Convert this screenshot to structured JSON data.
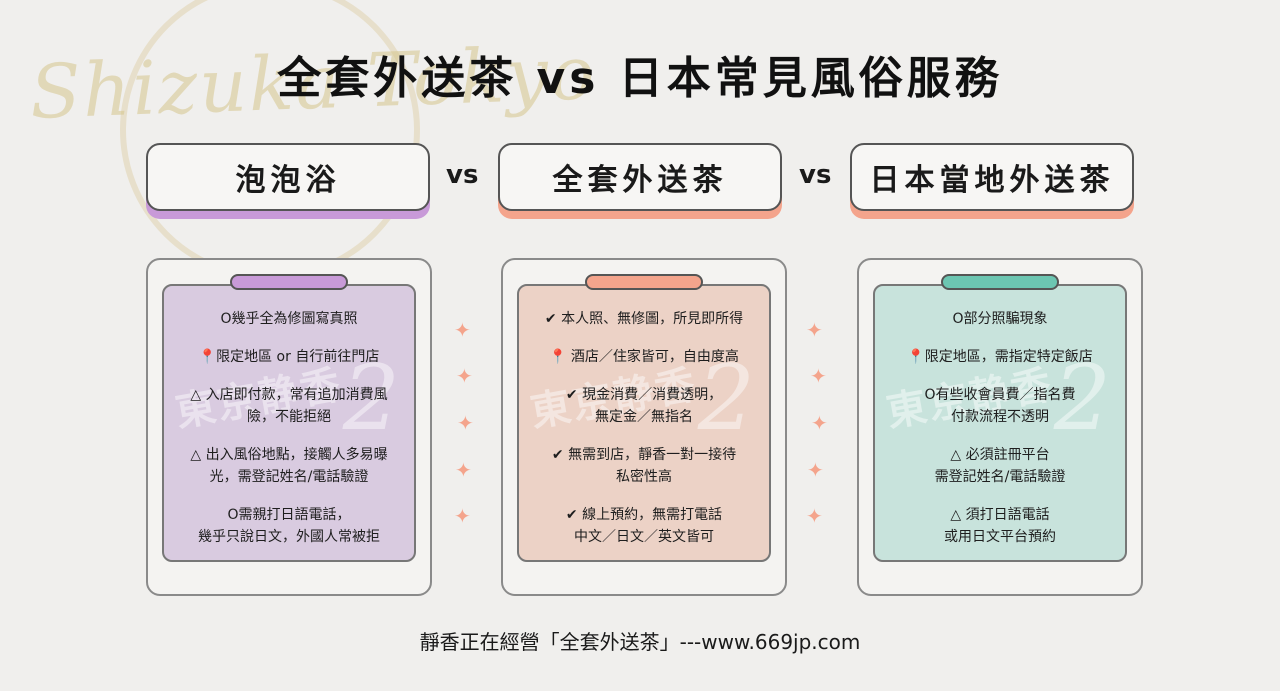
{
  "watermark_logo": "Shizuka Tokyo",
  "title": "全套外送茶 vs 日本常見風俗服務",
  "tabs": [
    {
      "label": "泡泡浴",
      "accent": "#c89ad8"
    },
    {
      "label": "全套外送茶",
      "accent": "#f4a48c"
    },
    {
      "label": "日本當地外送茶",
      "accent": "#f4a48c"
    }
  ],
  "vs_label": "vs",
  "card_watermark": "東京静香",
  "card_watermark_num": "2",
  "cards": [
    {
      "bg": "#d9cbe0",
      "pill": "#c89ad8",
      "items": [
        [
          "O幾乎全為修圖寫真照"
        ],
        [
          "📍限定地區 or 自行前往門店"
        ],
        [
          "△ 入店即付款，常有追加消費風",
          "險，不能拒絕"
        ],
        [
          "△ 出入風俗地點，接觸人多易曝",
          "光，需登記姓名/電話驗證"
        ],
        [
          "O需親打日語電話，",
          "幾乎只說日文，外國人常被拒"
        ]
      ]
    },
    {
      "bg": "#ecd2c6",
      "pill": "#f4a48c",
      "items": [
        [
          "✔ 本人照、無修圖，所見即所得"
        ],
        [
          "📍 酒店／住家皆可，自由度高"
        ],
        [
          "✔ 現金消費／消費透明，",
          "無定金／無指名"
        ],
        [
          "✔ 無需到店，靜香一對一接待",
          "私密性高"
        ],
        [
          "✔ 線上預約，無需打電話",
          "中文／日文／英文皆可"
        ]
      ]
    },
    {
      "bg": "#c8e3dc",
      "pill": "#6cc6b2",
      "items": [
        [
          "O部分照騙現象"
        ],
        [
          "📍限定地區，需指定特定飯店"
        ],
        [
          "O有些收會員費／指名費",
          "付款流程不透明"
        ],
        [
          "△ 必須註冊平台",
          "需登記姓名/電話驗證"
        ],
        [
          "△ 須打日語電話",
          "或用日文平台預約"
        ]
      ]
    }
  ],
  "footer": "靜香正在經營「全套外送茶」---www.669jp.com"
}
